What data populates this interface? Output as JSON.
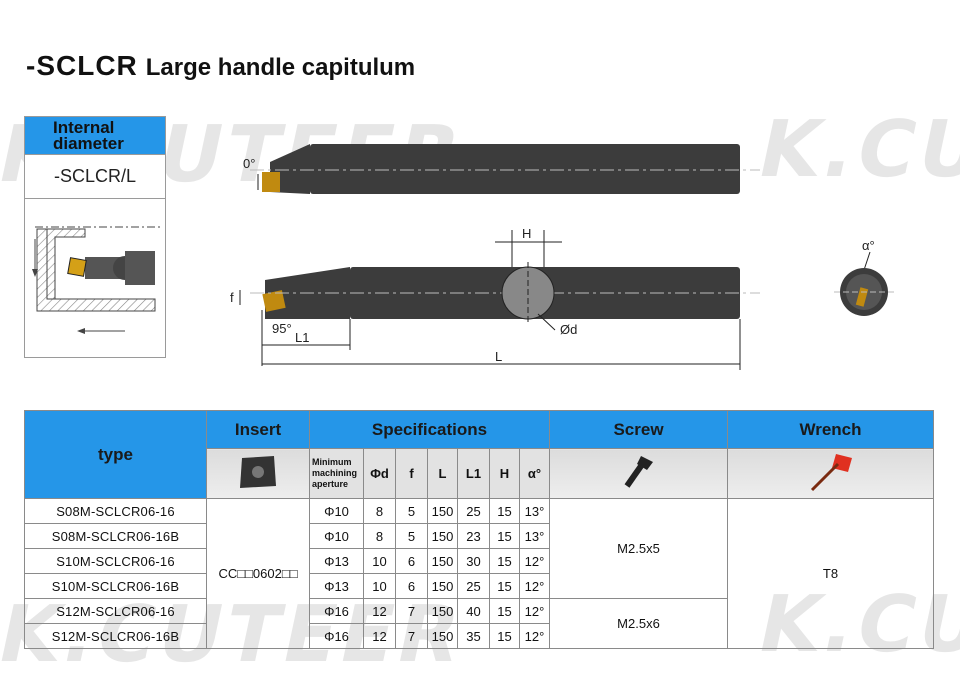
{
  "watermark": {
    "text": "K.CUTEER"
  },
  "title": {
    "code": "-SCLCR",
    "name": "Large handle capitulum"
  },
  "side_box": {
    "header": "Internal diameter",
    "code": "-SCLCR/L"
  },
  "drawing": {
    "labels": {
      "angle0": "0°",
      "H": "H",
      "f": "f",
      "angle95": "95°",
      "L1": "L1",
      "L": "L",
      "d": "Ød",
      "alpha": "α°"
    }
  },
  "table": {
    "headers": {
      "type": "type",
      "insert": "Insert",
      "specifications": "Specifications",
      "screw": "Screw",
      "wrench": "Wrench"
    },
    "subheaders": [
      "Minimum machining aperture",
      "Φd",
      "f",
      "L",
      "L1",
      "H",
      "α°"
    ],
    "insert_code": "CC□□0602□□",
    "wrench_value": "T8",
    "screw_values": [
      "M2.5x5",
      "M2.5x6"
    ],
    "rows": [
      {
        "type": "S08M-SCLCR06-16",
        "min": "Φ10",
        "d": "8",
        "f": "5",
        "L": "150",
        "L1": "25",
        "H": "15",
        "a": "13°"
      },
      {
        "type": "S08M-SCLCR06-16B",
        "min": "Φ10",
        "d": "8",
        "f": "5",
        "L": "150",
        "L1": "23",
        "H": "15",
        "a": "13°"
      },
      {
        "type": "S10M-SCLCR06-16",
        "min": "Φ13",
        "d": "10",
        "f": "6",
        "L": "150",
        "L1": "30",
        "H": "15",
        "a": "12°"
      },
      {
        "type": "S10M-SCLCR06-16B",
        "min": "Φ13",
        "d": "10",
        "f": "6",
        "L": "150",
        "L1": "25",
        "H": "15",
        "a": "12°"
      },
      {
        "type": "S12M-SCLCR06-16",
        "min": "Φ16",
        "d": "12",
        "f": "7",
        "L": "150",
        "L1": "40",
        "H": "15",
        "a": "12°"
      },
      {
        "type": "S12M-SCLCR06-16B",
        "min": "Φ16",
        "d": "12",
        "f": "7",
        "L": "150",
        "L1": "35",
        "H": "15",
        "a": "12°"
      }
    ]
  }
}
